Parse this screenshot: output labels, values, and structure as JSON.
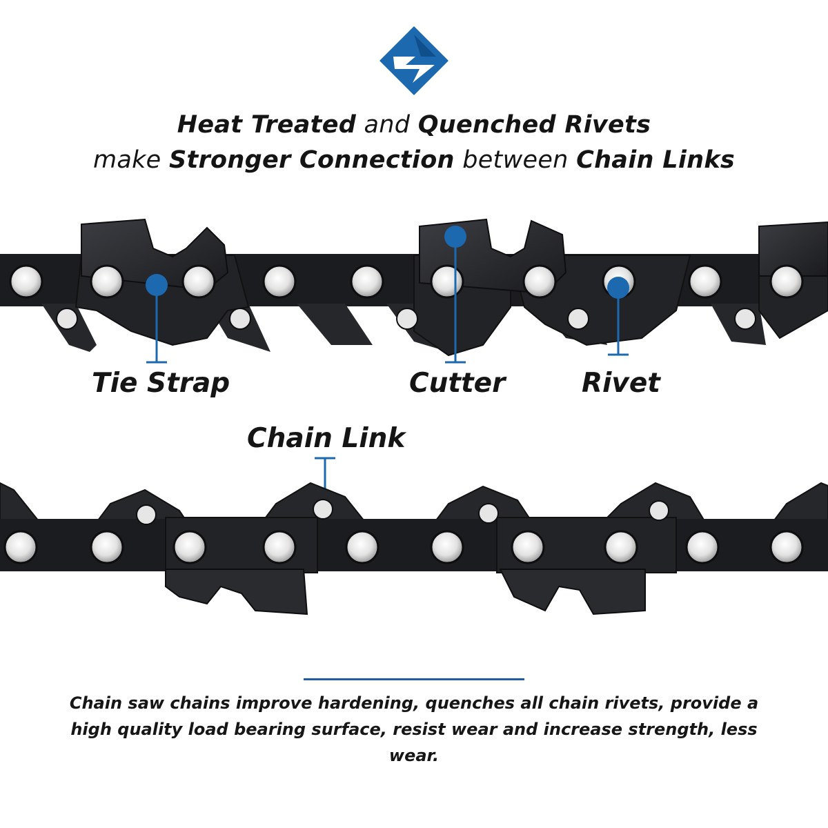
{
  "logo": {
    "icon": "lightning-diamond-logo",
    "color": "#1d69b0"
  },
  "headline": {
    "line1": [
      {
        "text": "Heat Treated",
        "bold": true
      },
      {
        "text": " and ",
        "bold": false
      },
      {
        "text": "Quenched Rivets",
        "bold": true
      }
    ],
    "line2": [
      {
        "text": "make ",
        "bold": false
      },
      {
        "text": "Stronger Connection",
        "bold": true
      },
      {
        "text": " between ",
        "bold": false
      },
      {
        "text": "Chain Links",
        "bold": true
      }
    ]
  },
  "callouts": {
    "tie_strap": "Tie Strap",
    "cutter": "Cutter",
    "rivet": "Rivet",
    "chain_link": "Chain Link"
  },
  "description": "Chain saw chains improve hardening, quenches all chain rivets, provide a high quality load bearing surface, resist wear and increase strength, less wear.",
  "colors": {
    "accent": "#1d69b0",
    "chain": "#1b1c1f",
    "cutter": "#2a2b2f",
    "rivet_metal": "#d6d6d6"
  }
}
